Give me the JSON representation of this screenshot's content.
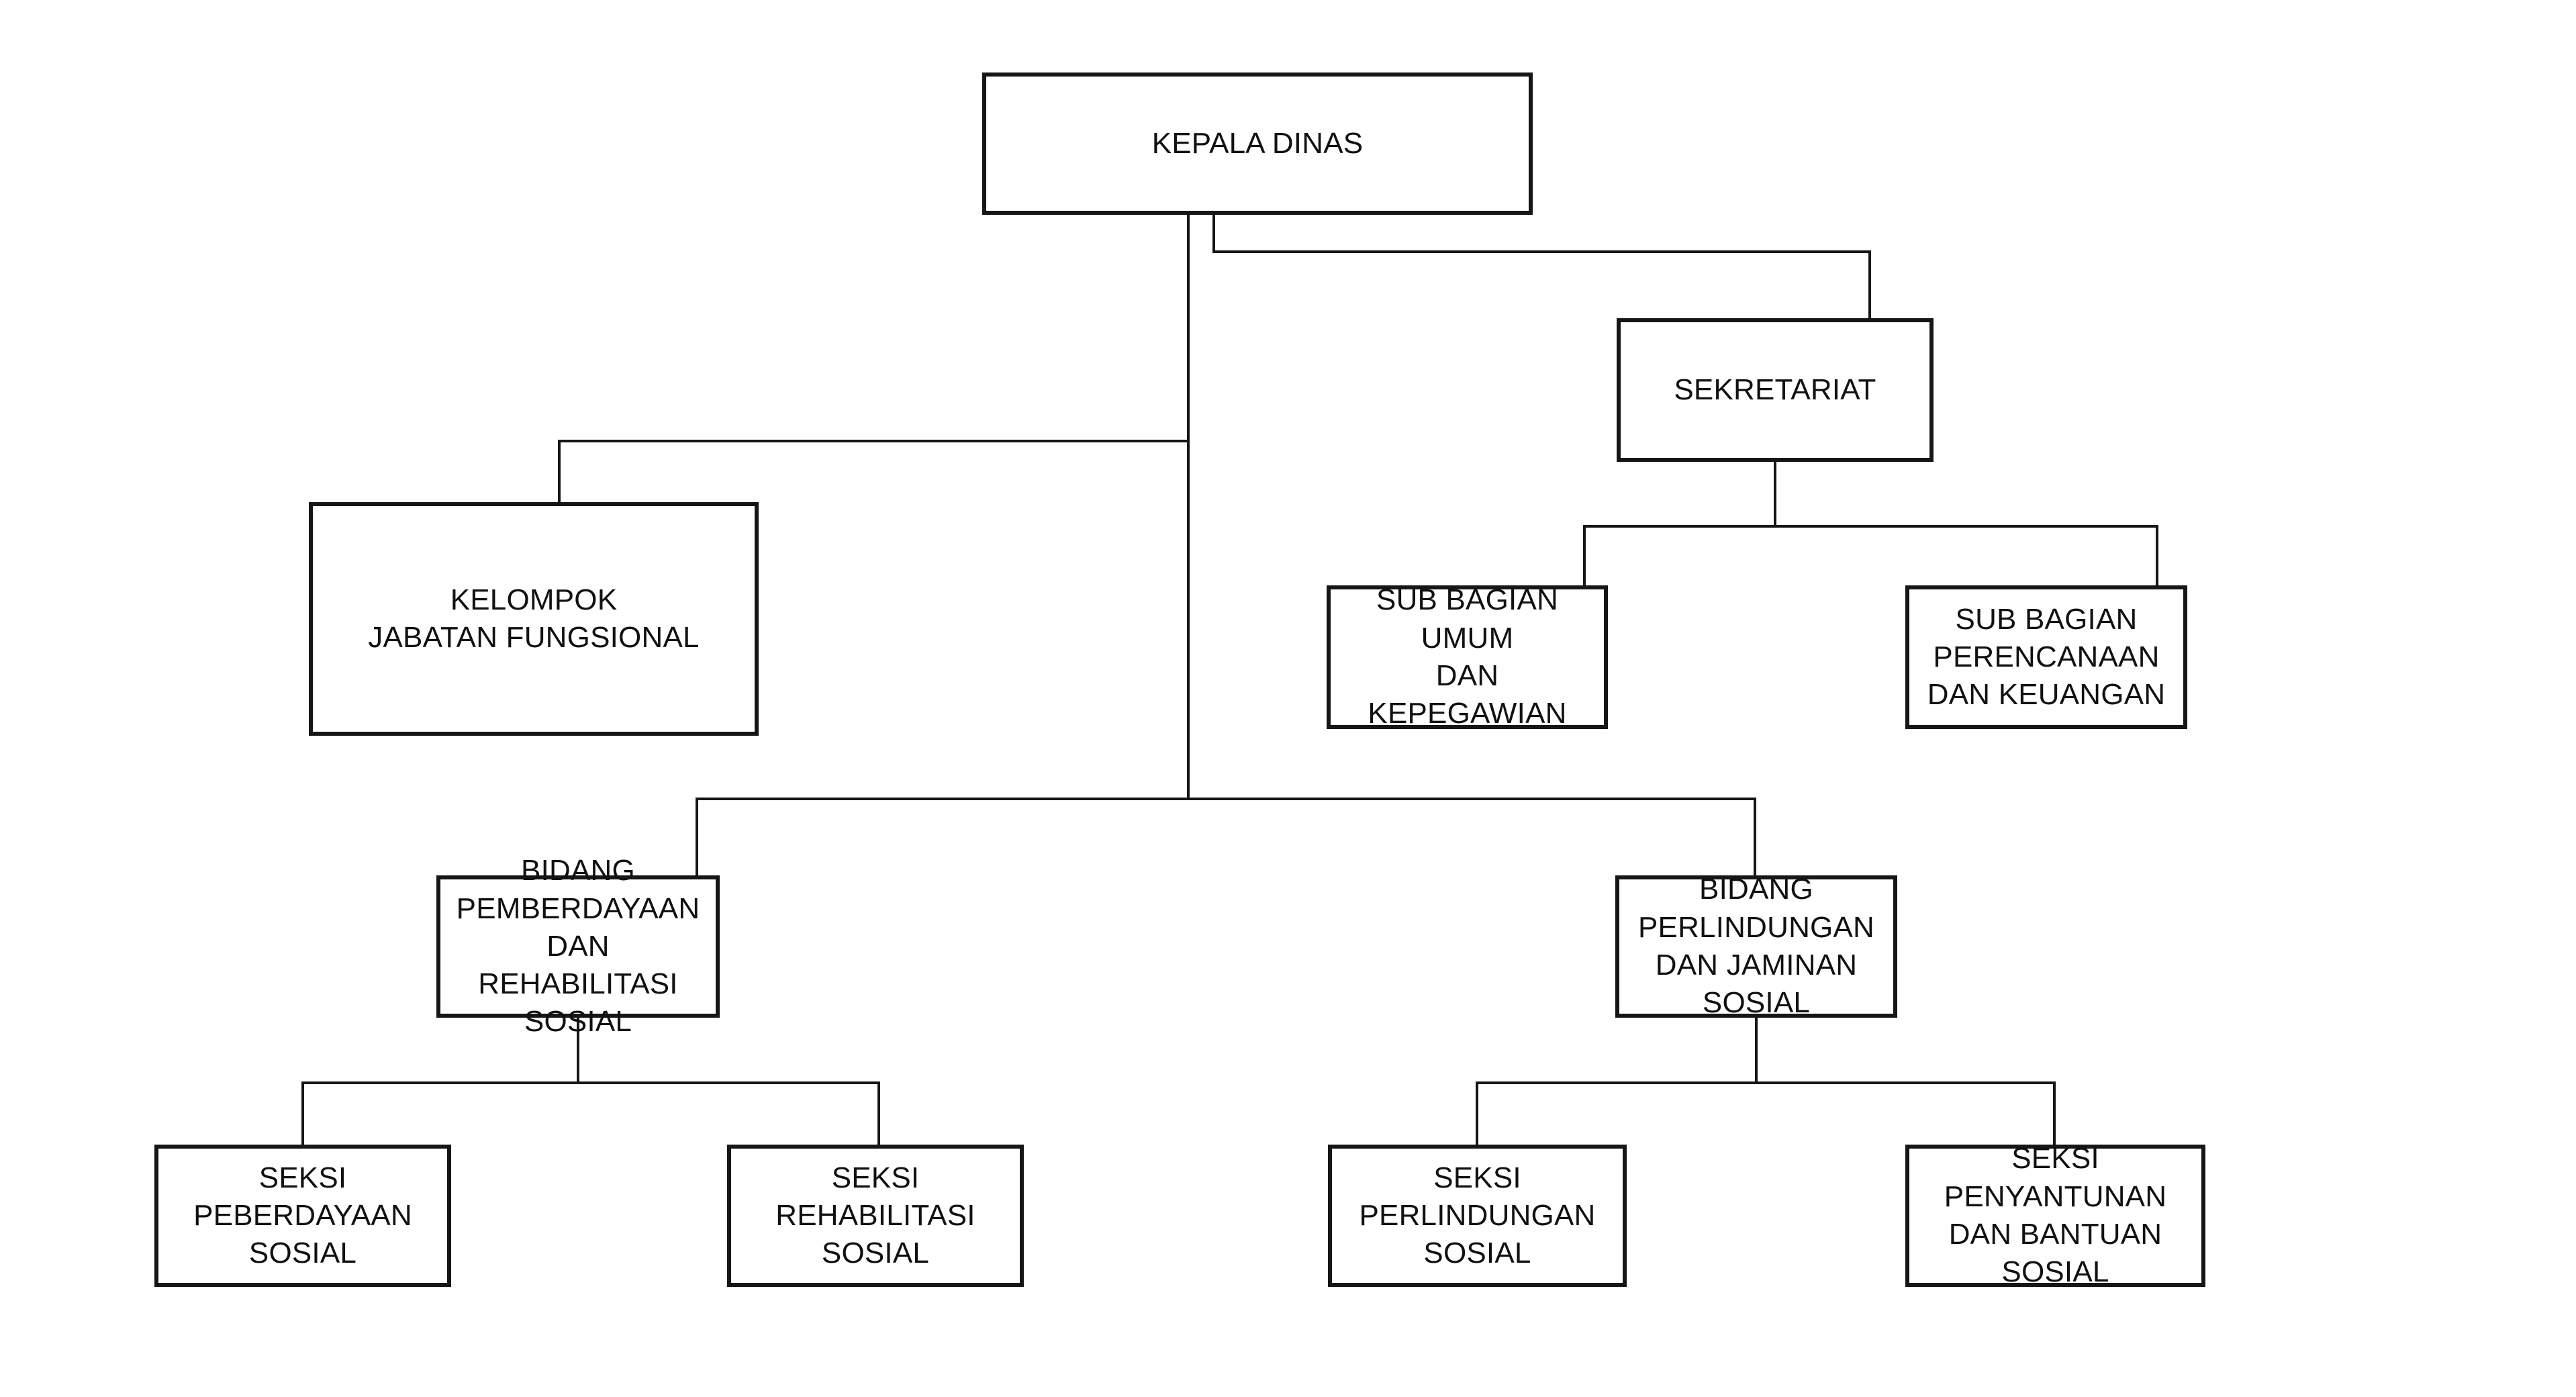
{
  "diagram": {
    "title": "Struktur Organisasi Dinas Sosial",
    "background_color": "#ffffff",
    "box_border_color": "#161616",
    "connector_color": "#161616",
    "text_color": "#111111"
  },
  "nodes": {
    "kepala_dinas": {
      "label": "KEPALA DINAS",
      "level": 0
    },
    "sekretariat": {
      "label": "SEKRETARIAT",
      "level": 1
    },
    "kelompok_jabatan_fungsional": {
      "label": "KELOMPOK\nJABATAN FUNGSIONAL",
      "level": 1
    },
    "sub_bagian_umum": {
      "label": "SUB BAGIAN UMUM\nDAN KEPEGAWIAN",
      "level": 2
    },
    "sub_bagian_perencanaan": {
      "label": "SUB BAGIAN\nPERENCANAAN\nDAN KEUANGAN",
      "level": 2
    },
    "bidang_pemberdayaan": {
      "label": "BIDANG PEMBERDAYAAN\nDAN REHABILITASI SOSIAL",
      "level": 2
    },
    "bidang_perlindungan": {
      "label": "BIDANG PERLINDUNGAN\nDAN JAMINAN SOSIAL",
      "level": 2
    },
    "seksi_peberdayaan_sosial": {
      "label": "SEKSI\nPEBERDAYAAN SOSIAL",
      "level": 3
    },
    "seksi_rehabilitasi_sosial": {
      "label": "SEKSI\nREHABILITASI SOSIAL",
      "level": 3
    },
    "seksi_perlindungan_sosial": {
      "label": "SEKSI\nPERLINDUNGAN SOSIAL",
      "level": 3
    },
    "seksi_penyantunan_bantuan": {
      "label": "SEKSI PENYANTUNAN\nDAN BANTUAN SOSIAL",
      "level": 3
    }
  },
  "edges": [
    {
      "from": "kepala_dinas",
      "to": "sekretariat"
    },
    {
      "from": "kepala_dinas",
      "to": "kelompok_jabatan_fungsional"
    },
    {
      "from": "kepala_dinas",
      "to": "bidang_pemberdayaan"
    },
    {
      "from": "kepala_dinas",
      "to": "bidang_perlindungan"
    },
    {
      "from": "sekretariat",
      "to": "sub_bagian_umum"
    },
    {
      "from": "sekretariat",
      "to": "sub_bagian_perencanaan"
    },
    {
      "from": "bidang_pemberdayaan",
      "to": "seksi_peberdayaan_sosial"
    },
    {
      "from": "bidang_pemberdayaan",
      "to": "seksi_rehabilitasi_sosial"
    },
    {
      "from": "bidang_perlindungan",
      "to": "seksi_perlindungan_sosial"
    },
    {
      "from": "bidang_perlindungan",
      "to": "seksi_penyantunan_bantuan"
    }
  ]
}
